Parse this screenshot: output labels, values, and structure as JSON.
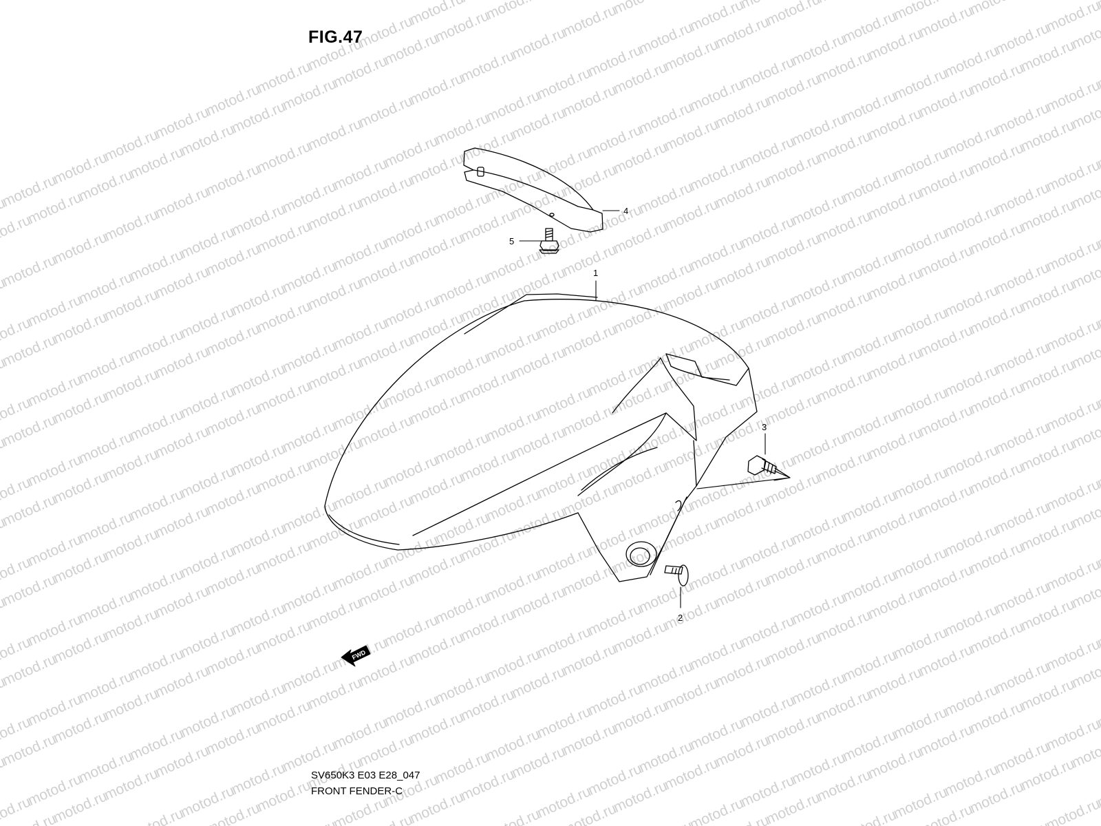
{
  "title": "FIG.47",
  "watermark": "motod.ru",
  "caption": {
    "code": "SV650K3 E03 E28_047",
    "name": "FRONT FENDER-C"
  },
  "fwd_label": "FWD",
  "parts": [
    {
      "ref": "1",
      "name": "front-fender"
    },
    {
      "ref": "2",
      "name": "fender-screw"
    },
    {
      "ref": "3",
      "name": "fender-bolt"
    },
    {
      "ref": "4",
      "name": "fender-brace-plate"
    },
    {
      "ref": "5",
      "name": "plate-bolt"
    }
  ],
  "colors": {
    "line": "#000000",
    "watermark": "#cfcfcf",
    "background": "#ffffff"
  }
}
